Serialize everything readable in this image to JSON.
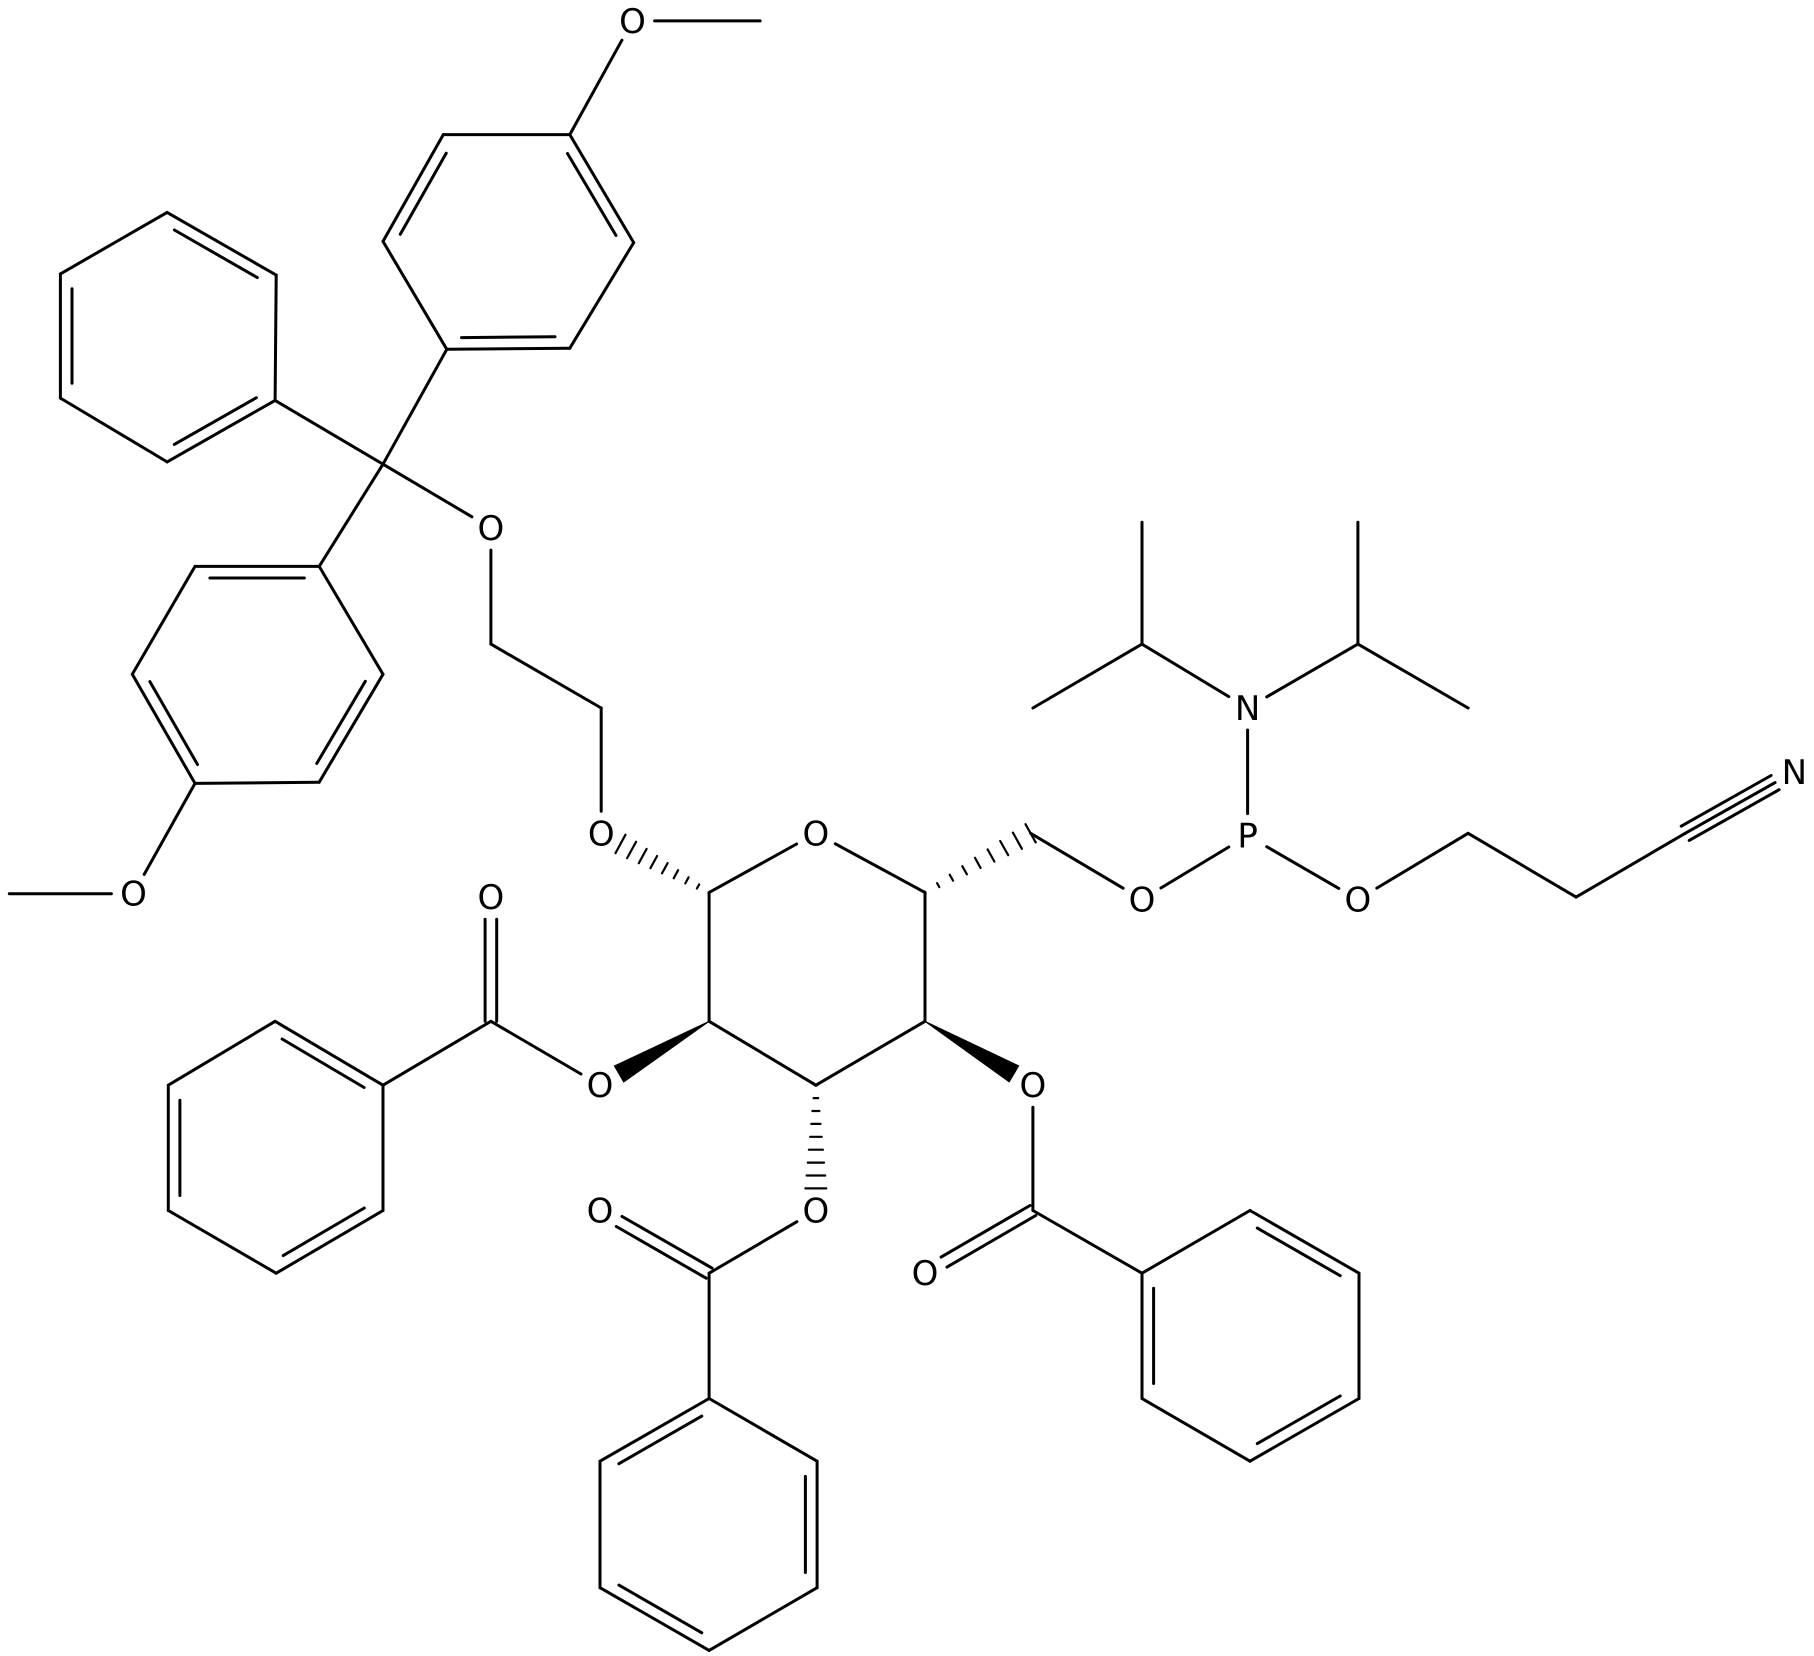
{
  "diagram": {
    "type": "chemical-structure",
    "atom_labels": {
      "o_meo_top": "O",
      "o_meo_bottom": "O",
      "o_trityl_ether": "O",
      "o_glycoside": "O",
      "o_ring": "O",
      "o_c6": "O",
      "o_cyanoethyl": "O",
      "o_bz2": "O",
      "o_bz2_carbonyl": "O",
      "o_bz3": "O",
      "o_bz3_carbonyl": "O",
      "o_bz4": "O",
      "o_bz4_carbonyl": "O",
      "p_phosphorus": "P",
      "n_amine": "N",
      "n_nitrile": "N"
    }
  }
}
